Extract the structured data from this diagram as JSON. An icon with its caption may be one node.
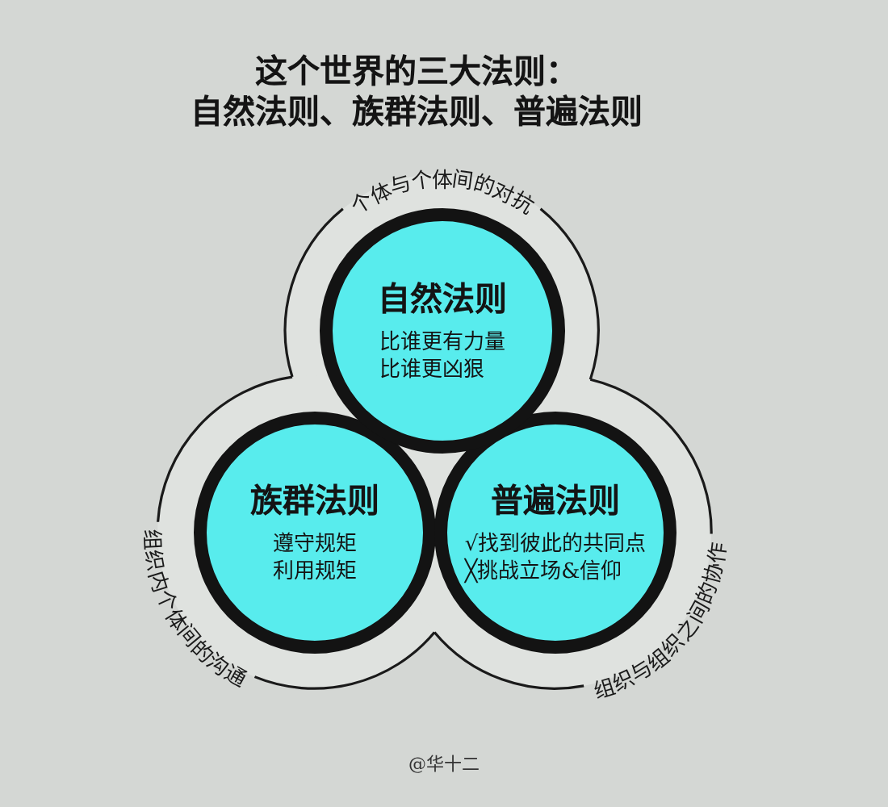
{
  "diagram": {
    "title": "这个世界的三大法则：自然法则、族群法则、普遍法则",
    "nodes": [
      {
        "text": [
          "自然法则",
          "比谁更有力量",
          "比谁更凶狠"
        ],
        "beside": [
          "个体与个体间的对抗"
        ]
      },
      {
        "text": [
          "族群法则",
          "遵守规矩",
          "利用规矩",
          "组织内个体间的沟通"
        ]
      },
      {
        "text": [
          "普遍法则",
          "√找到彼此的共同点",
          "╳挑战立场&信仰",
          "组织与组织之间的协作"
        ]
      }
    ],
    "labels": [
      "@华十二"
    ]
  }
}
